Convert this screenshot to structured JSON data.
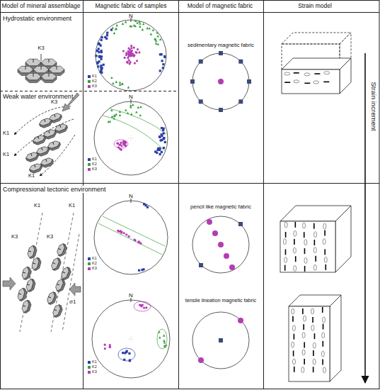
{
  "diagram": {
    "labels": [
      "Model of mineral assemblage",
      "Magnetic fabric of samples",
      "Model of magnetic fabric",
      "Strain model",
      "Hydrostatic environment",
      "K3",
      "N",
      "sedimentary magnetic fabric",
      "Strain increment",
      "Weak water environment",
      "K3",
      "K1",
      "K1",
      "K1",
      "N",
      "Compressional tectonic environment",
      "K1",
      "K3",
      "K3",
      "K1",
      "σ1",
      "N",
      "pencil like magnetic fabric",
      "N",
      "tensile lineation magnetic fabric"
    ],
    "legend": [
      {
        "text": "K1",
        "color": "#2b3fa8"
      },
      {
        "text": "K2",
        "color": "#3aa040"
      },
      {
        "text": "K3",
        "color": "#b43cb4"
      },
      {
        "text": "K1",
        "color": "#2b3fa8"
      },
      {
        "text": "K2",
        "color": "#3aa040"
      },
      {
        "text": "K3",
        "color": "#b43cb4"
      },
      {
        "text": "K1",
        "color": "#2b3fa8"
      },
      {
        "text": "K2",
        "color": "#3aa040"
      },
      {
        "text": "K3",
        "color": "#b43cb4"
      },
      {
        "text": "K1",
        "color": "#2b3fa8"
      },
      {
        "text": "K2",
        "color": "#3aa040"
      },
      {
        "text": "K3",
        "color": "#b43cb4"
      }
    ]
  }
}
